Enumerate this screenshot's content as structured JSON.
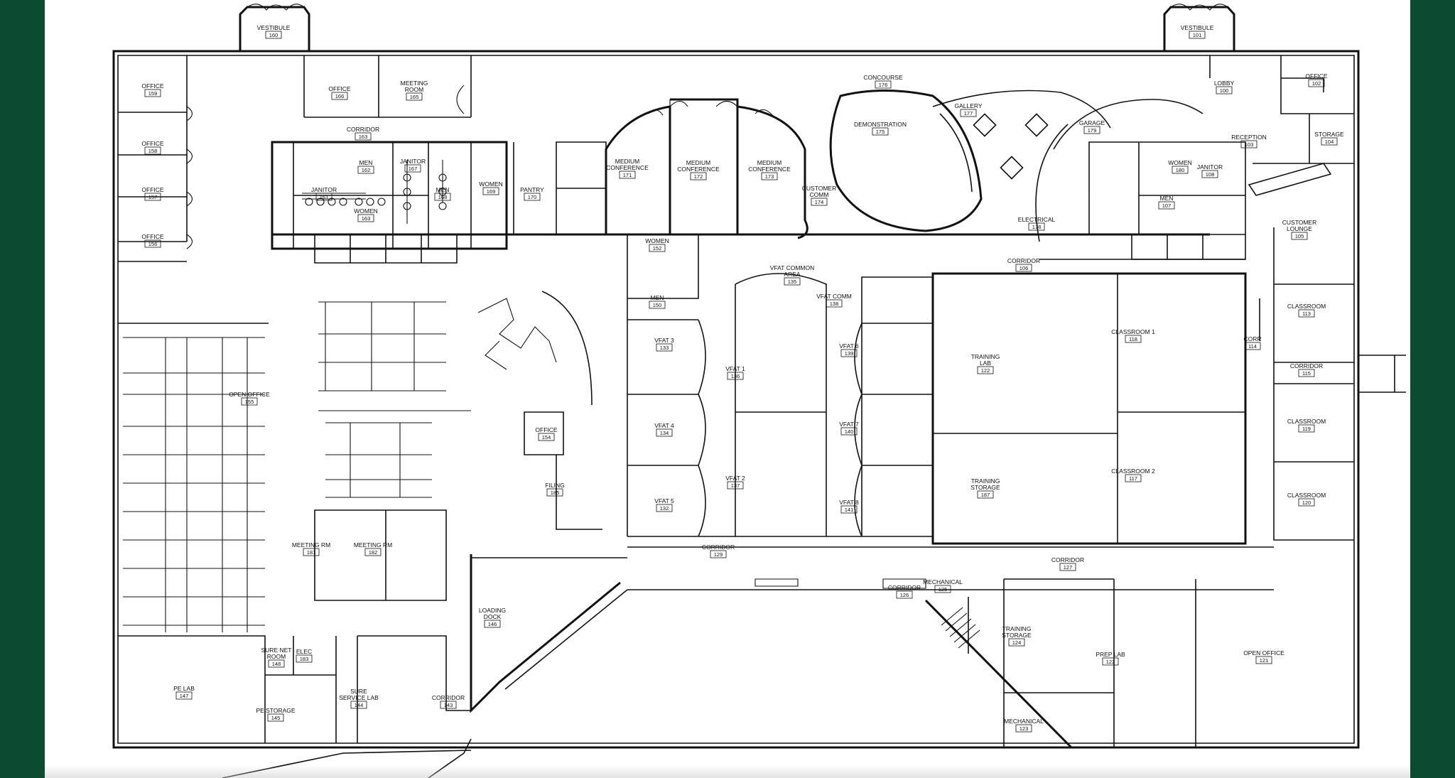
{
  "colors": {
    "frame": "#0b4a33",
    "sheet": "#ffffff",
    "ink": "#111111"
  },
  "rooms": [
    {
      "label": "VESTIBULE",
      "number": "160"
    },
    {
      "label": "VESTIBULE",
      "number": "101"
    },
    {
      "label": "OFFICE",
      "number": "159"
    },
    {
      "label": "OFFICE",
      "number": "158"
    },
    {
      "label": "OFFICE",
      "number": "157"
    },
    {
      "label": "OFFICE",
      "number": "156"
    },
    {
      "label": "OFFICE",
      "number": "166"
    },
    {
      "label": "MEETING ROOM",
      "number": "165"
    },
    {
      "label": "CORRIDOR",
      "number": "163"
    },
    {
      "label": "JANITOR",
      "number": "161"
    },
    {
      "label": "MEN",
      "number": "162"
    },
    {
      "label": "JANITOR",
      "number": "167"
    },
    {
      "label": "WOMEN",
      "number": "163"
    },
    {
      "label": "MEN",
      "number": "168"
    },
    {
      "label": "WOMEN",
      "number": "169"
    },
    {
      "label": "PANTRY",
      "number": "170"
    },
    {
      "label": "MEDIUM CONFERENCE",
      "number": "171"
    },
    {
      "label": "MEDIUM CONFERENCE",
      "number": "172"
    },
    {
      "label": "MEDIUM CONFERENCE",
      "number": "173"
    },
    {
      "label": "CUSTOMER COMM",
      "number": "174"
    },
    {
      "label": "DEMONSTRATION",
      "number": "175"
    },
    {
      "label": "CONCOURSE",
      "number": "176"
    },
    {
      "label": "GALLERY",
      "number": "177"
    },
    {
      "label": "GARAGE",
      "number": "179"
    },
    {
      "label": "LOBBY",
      "number": "100"
    },
    {
      "label": "OFFICE",
      "number": "102"
    },
    {
      "label": "RECEPTION",
      "number": "103"
    },
    {
      "label": "STORAGE",
      "number": "104"
    },
    {
      "label": "ELECTRICAL",
      "number": "178"
    },
    {
      "label": "WOMEN",
      "number": "180"
    },
    {
      "label": "JANITOR",
      "number": "108"
    },
    {
      "label": "MEN",
      "number": "107"
    },
    {
      "label": "CUSTOMER LOUNGE",
      "number": "105"
    },
    {
      "label": "CORRIDOR",
      "number": "106"
    },
    {
      "label": "WOMEN",
      "number": "152"
    },
    {
      "label": "MEN",
      "number": "150"
    },
    {
      "label": "VFAT COMMON AREA",
      "number": "135"
    },
    {
      "label": "VFAT COMM",
      "number": "138"
    },
    {
      "label": "VFAT 3",
      "number": "133"
    },
    {
      "label": "VFAT 1",
      "number": "136"
    },
    {
      "label": "VFAT 6",
      "number": "139"
    },
    {
      "label": "VFAT 4",
      "number": "134"
    },
    {
      "label": "VFAT 7",
      "number": "140"
    },
    {
      "label": "VFAT 5",
      "number": "132"
    },
    {
      "label": "VFAT 2",
      "number": "137"
    },
    {
      "label": "VFAT 8",
      "number": "141"
    },
    {
      "label": "TRAINING LAB",
      "number": "122"
    },
    {
      "label": "TRAINING STORAGE",
      "number": "187"
    },
    {
      "label": "CLASSROOM 1",
      "number": "118"
    },
    {
      "label": "CLASSROOM 2",
      "number": "117"
    },
    {
      "label": "CORR",
      "number": "114"
    },
    {
      "label": "CLASSROOM",
      "number": "113"
    },
    {
      "label": "CORRIDOR",
      "number": "115"
    },
    {
      "label": "CLASSROOM",
      "number": "119"
    },
    {
      "label": "CLASSROOM",
      "number": "120"
    },
    {
      "label": "OPEN OFFICE",
      "number": "155"
    },
    {
      "label": "OFFICE",
      "number": "154"
    },
    {
      "label": "FILING",
      "number": "185"
    },
    {
      "label": "MEETING RM",
      "number": "181"
    },
    {
      "label": "MEETING RM",
      "number": "182"
    },
    {
      "label": "CORRIDOR",
      "number": "129"
    },
    {
      "label": "CORRIDOR",
      "number": "127"
    },
    {
      "label": "LOADING DOCK",
      "number": "146"
    },
    {
      "label": "CORRIDOR",
      "number": "143"
    },
    {
      "label": "PE LAB",
      "number": "147"
    },
    {
      "label": "SURE NET ROOM",
      "number": "148"
    },
    {
      "label": "ELEC",
      "number": "183"
    },
    {
      "label": "PE STORAGE",
      "number": "145"
    },
    {
      "label": "SURE SERVICE LAB",
      "number": "144"
    },
    {
      "label": "CORRIDOR",
      "number": "126"
    },
    {
      "label": "MECHANICAL",
      "number": "125"
    },
    {
      "label": "TRAINING STORAGE",
      "number": "124"
    },
    {
      "label": "MECHANICAL",
      "number": "123"
    },
    {
      "label": "PREP LAB",
      "number": "122"
    },
    {
      "label": "OPEN OFFICE",
      "number": "121"
    }
  ]
}
